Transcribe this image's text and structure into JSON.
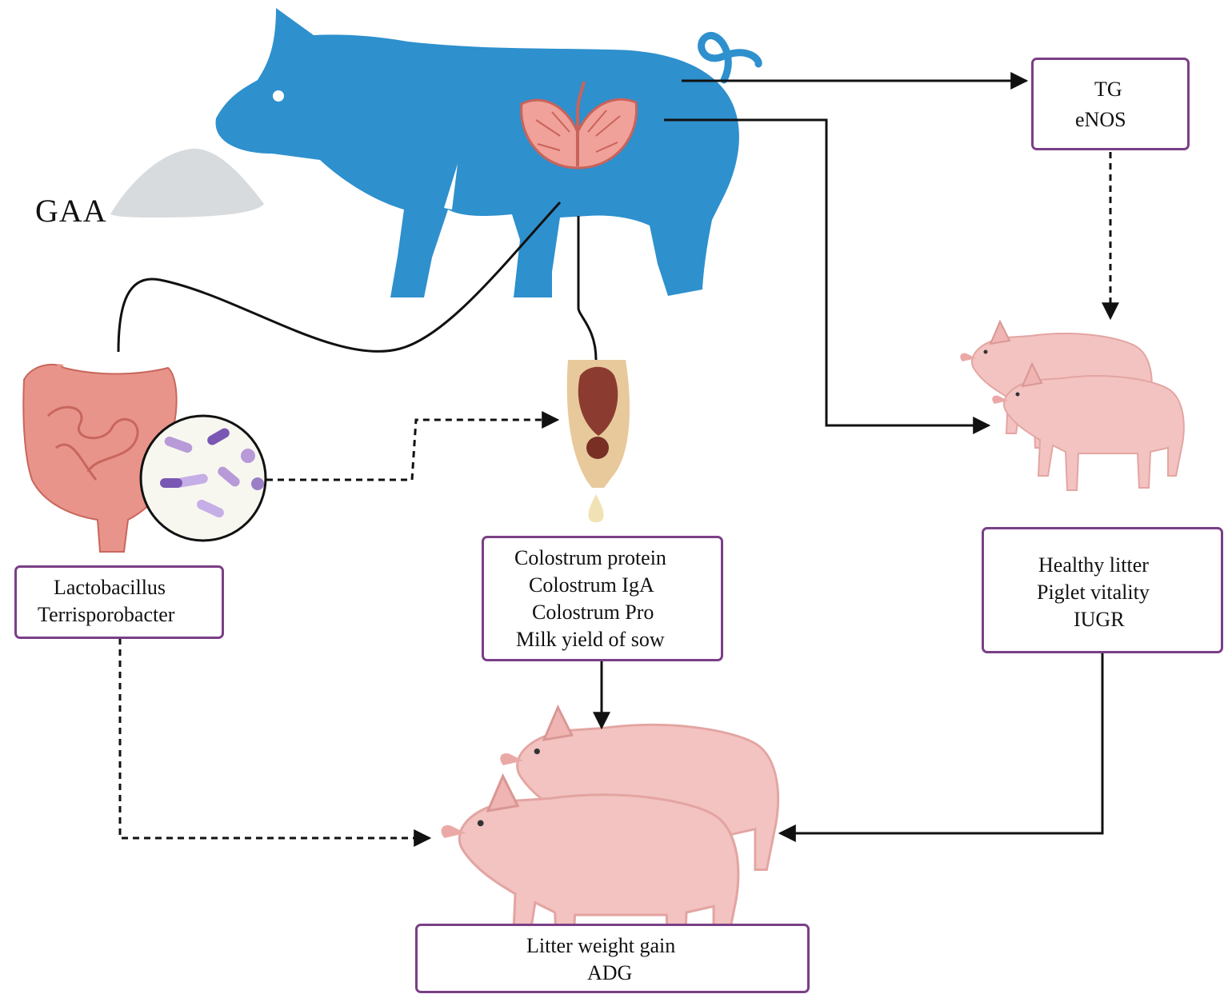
{
  "labels": {
    "gaa": "GAA",
    "gut_box": [
      "Lactobacillus",
      "Terrisporobacter"
    ],
    "tg_box": [
      "TG",
      "eNOS"
    ],
    "colostrum_box": [
      "Colostrum protein",
      "Colostrum IgA",
      "Colostrum Pro",
      "Milk yield of sow"
    ],
    "litter_box": [
      "Healthy litter",
      "Piglet vitality",
      "IUGR"
    ],
    "growth_box": [
      "Litter weight gain",
      "ADG"
    ]
  },
  "colors": {
    "sow": "#2e90cd",
    "box_border": "#7a3f86",
    "piglet": "#f2bfbd",
    "piglet_dark": "#d99794",
    "intestine": "#e8948b",
    "bacteria": "#b89ad8",
    "powder": "#d8dbde",
    "arrow": "#111111"
  },
  "icons": [
    "sow-icon",
    "uterus-icon",
    "intestine-icon",
    "bacteria-icon",
    "mammary-gland-icon",
    "milk-drop-icon",
    "piglet-icon",
    "powder-icon"
  ]
}
